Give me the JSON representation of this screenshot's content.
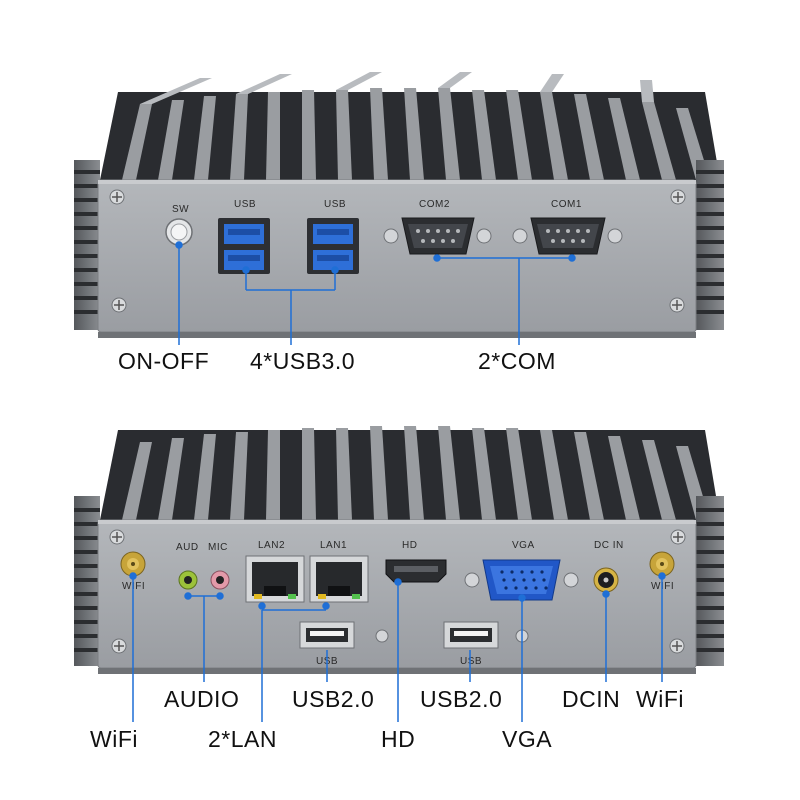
{
  "top_panel": {
    "port_labels": {
      "sw": "SW",
      "usb_a": "USB",
      "usb_b": "USB",
      "com2": "COM2",
      "com1": "COM1"
    },
    "callouts": {
      "power": "ON-OFF",
      "usb": "4*USB3.0",
      "com": "2*COM"
    }
  },
  "bottom_panel": {
    "port_labels": {
      "aud": "AUD",
      "mic": "MIC",
      "lan2": "LAN2",
      "lan1": "LAN1",
      "hd": "HD",
      "vga": "VGA",
      "dcin": "DC IN",
      "wifi_left": "WIFI",
      "wifi_right": "WIFI",
      "usb_left": "USB",
      "usb_right": "USB"
    },
    "callouts": {
      "wifi_left": "WiFi",
      "audio": "AUDIO",
      "lan": "2*LAN",
      "usb_left": "USB2.0",
      "hd": "HD",
      "usb_right": "USB2.0",
      "vga": "VGA",
      "dcin": "DCIN",
      "wifi_right": "WiFi"
    }
  },
  "colors": {
    "chassis": "#8d9095",
    "panel": "#a7aaae",
    "fin_dark": "#2c2e32",
    "usb3_blue": "#2e6fd8",
    "vga_blue": "#2157c7",
    "callout_line": "#1f6fd6"
  }
}
